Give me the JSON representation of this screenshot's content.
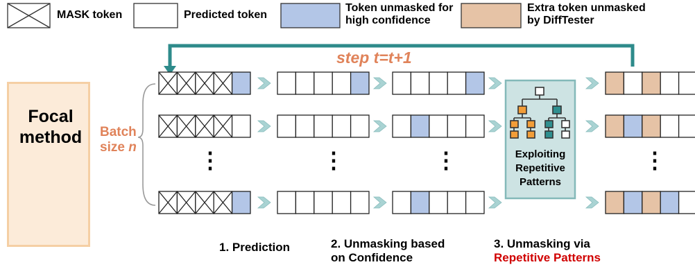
{
  "legend": {
    "mask_label": "MASK token",
    "predicted_label": "Predicted token",
    "confidence_label_line1": "Token unmasked for",
    "confidence_label_line2": "high confidence",
    "extra_label_line1": "Extra token unmasked",
    "extra_label_line2": "by DiffTester"
  },
  "focal": {
    "line1": "Focal",
    "line2": "method"
  },
  "batch": {
    "line1": "Batch",
    "line2_prefix": "size ",
    "line2_var": "n"
  },
  "loop": {
    "label": "step t=t+1"
  },
  "pattern_panel": {
    "line1": "Exploiting",
    "line2": "Repetitive",
    "line3": "Patterns"
  },
  "stages": [
    {
      "line1": "1. Prediction",
      "line2": ""
    },
    {
      "line1": "2. Unmasking based",
      "line2": "on Confidence"
    },
    {
      "line1": "3. Unmasking via",
      "line2": "Repetitive Patterns"
    }
  ],
  "ellipsis": "⋮",
  "rows": [
    {
      "group1": [
        "M",
        "M",
        "M",
        "M",
        "B"
      ],
      "group2": [
        "W",
        "W",
        "W",
        "W",
        "B"
      ],
      "group3": [
        "W",
        "W",
        "W",
        "W",
        "B"
      ],
      "group4": [
        "O",
        "W",
        "O",
        "W",
        "W"
      ]
    },
    {
      "group1": [
        "M",
        "M",
        "M",
        "M",
        "W"
      ],
      "group2": [
        "W",
        "W",
        "W",
        "W",
        "W"
      ],
      "group3": [
        "W",
        "B",
        "W",
        "W",
        "W"
      ],
      "group4": [
        "O",
        "B",
        "O",
        "W",
        "W"
      ]
    },
    {
      "group1": [
        "M",
        "M",
        "M",
        "M",
        "B"
      ],
      "group2": [
        "W",
        "W",
        "W",
        "W",
        "W"
      ],
      "group3": [
        "W",
        "B",
        "W",
        "W",
        "W"
      ],
      "group4": [
        "O",
        "B",
        "O",
        "B",
        "W"
      ]
    }
  ],
  "colors": {
    "blue_token": "#b3c6e7",
    "orange_token": "#e6c3a6",
    "panel_fill": "#cde3e3",
    "panel_border": "#84b9b9",
    "loop_arrow": "#2e8b8b",
    "chevron": "#a9d3d3",
    "accent_text": "#e0835a",
    "red_text": "#d00000"
  }
}
